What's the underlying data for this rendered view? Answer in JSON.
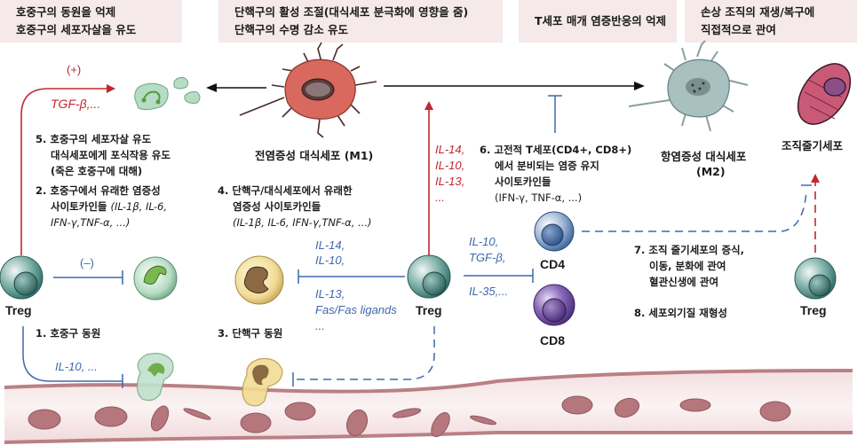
{
  "headers": [
    {
      "lines": [
        "호중구의 동원을 억제",
        "호중구의 세포자살을 유도"
      ]
    },
    {
      "lines": [
        "단핵구의 활성 조절(대식세포 분극화에 영향을 줌)",
        "단핵구의 수명 감소 유도"
      ]
    },
    {
      "lines": [
        "T세포 매개 염증반응의 억제"
      ]
    },
    {
      "lines": [
        "손상 조직의 재생/복구에",
        "직접적으로 관여"
      ]
    }
  ],
  "cells": {
    "m1_label": "전염증성 대식세포 (M1)",
    "m2_label_line1": "항염증성 대식세포",
    "m2_label_line2": "(M2)",
    "stromal_label": "조직줄기세포",
    "treg_label": "Treg",
    "cd4_label": "CD4",
    "cd8_label": "CD8"
  },
  "signals": {
    "plus": "(+)",
    "tgf_beta": "TGF-β,...",
    "minus": "(–)",
    "il10_neutrophil": "IL-10, ...",
    "mono_top": [
      "IL-14,",
      "IL-10,"
    ],
    "mono_bottom": [
      "IL-13,",
      "Fas/Fas ligands",
      "..."
    ],
    "m2_red": [
      "IL-14,",
      "IL-10,",
      "IL-13,",
      "..."
    ],
    "tcell_top": [
      "IL-10,",
      "TGF-β,"
    ],
    "tcell_bottom": "IL-35,..."
  },
  "notes": {
    "n5": [
      "5. 호중구의 세포자살 유도",
      "대식세포에게 포식작용 유도",
      "(죽은 호중구에 대해)"
    ],
    "n2": [
      "2. 호중구에서 유래한 염증성",
      "사이토카인들 ",
      "(IL-1β, IL-6,",
      "IFN-γ,TNF-α, ...)"
    ],
    "n4": [
      "4. 단핵구/대식세포에서 유래한",
      "염증성 사이토카인들",
      "(IL-1β, IL-6, IFN-γ,TNF-α, ...)"
    ],
    "n6": [
      "6. 고전적 T세포(CD4+, CD8+)",
      "에서 분비되는 염증 유지",
      "사이토카인들",
      "(IFN-γ, TNF-α, ...)"
    ],
    "n1": "1. 호중구 동원",
    "n3": "3. 단핵구 동원",
    "n7": [
      "7. 조직 줄기세포의 증식,",
      "이동, 분화에 관여",
      "혈관신생에 관여"
    ],
    "n8": "8. 세포외기질 재형성"
  },
  "colors": {
    "header_bg": "#f5e9ea",
    "red": "#c0282d",
    "blue": "#3e68ad",
    "treg": "#4f8f88",
    "cd4": "#5b7fb0",
    "cd8": "#6a4a99",
    "vessel": "#b98085"
  }
}
